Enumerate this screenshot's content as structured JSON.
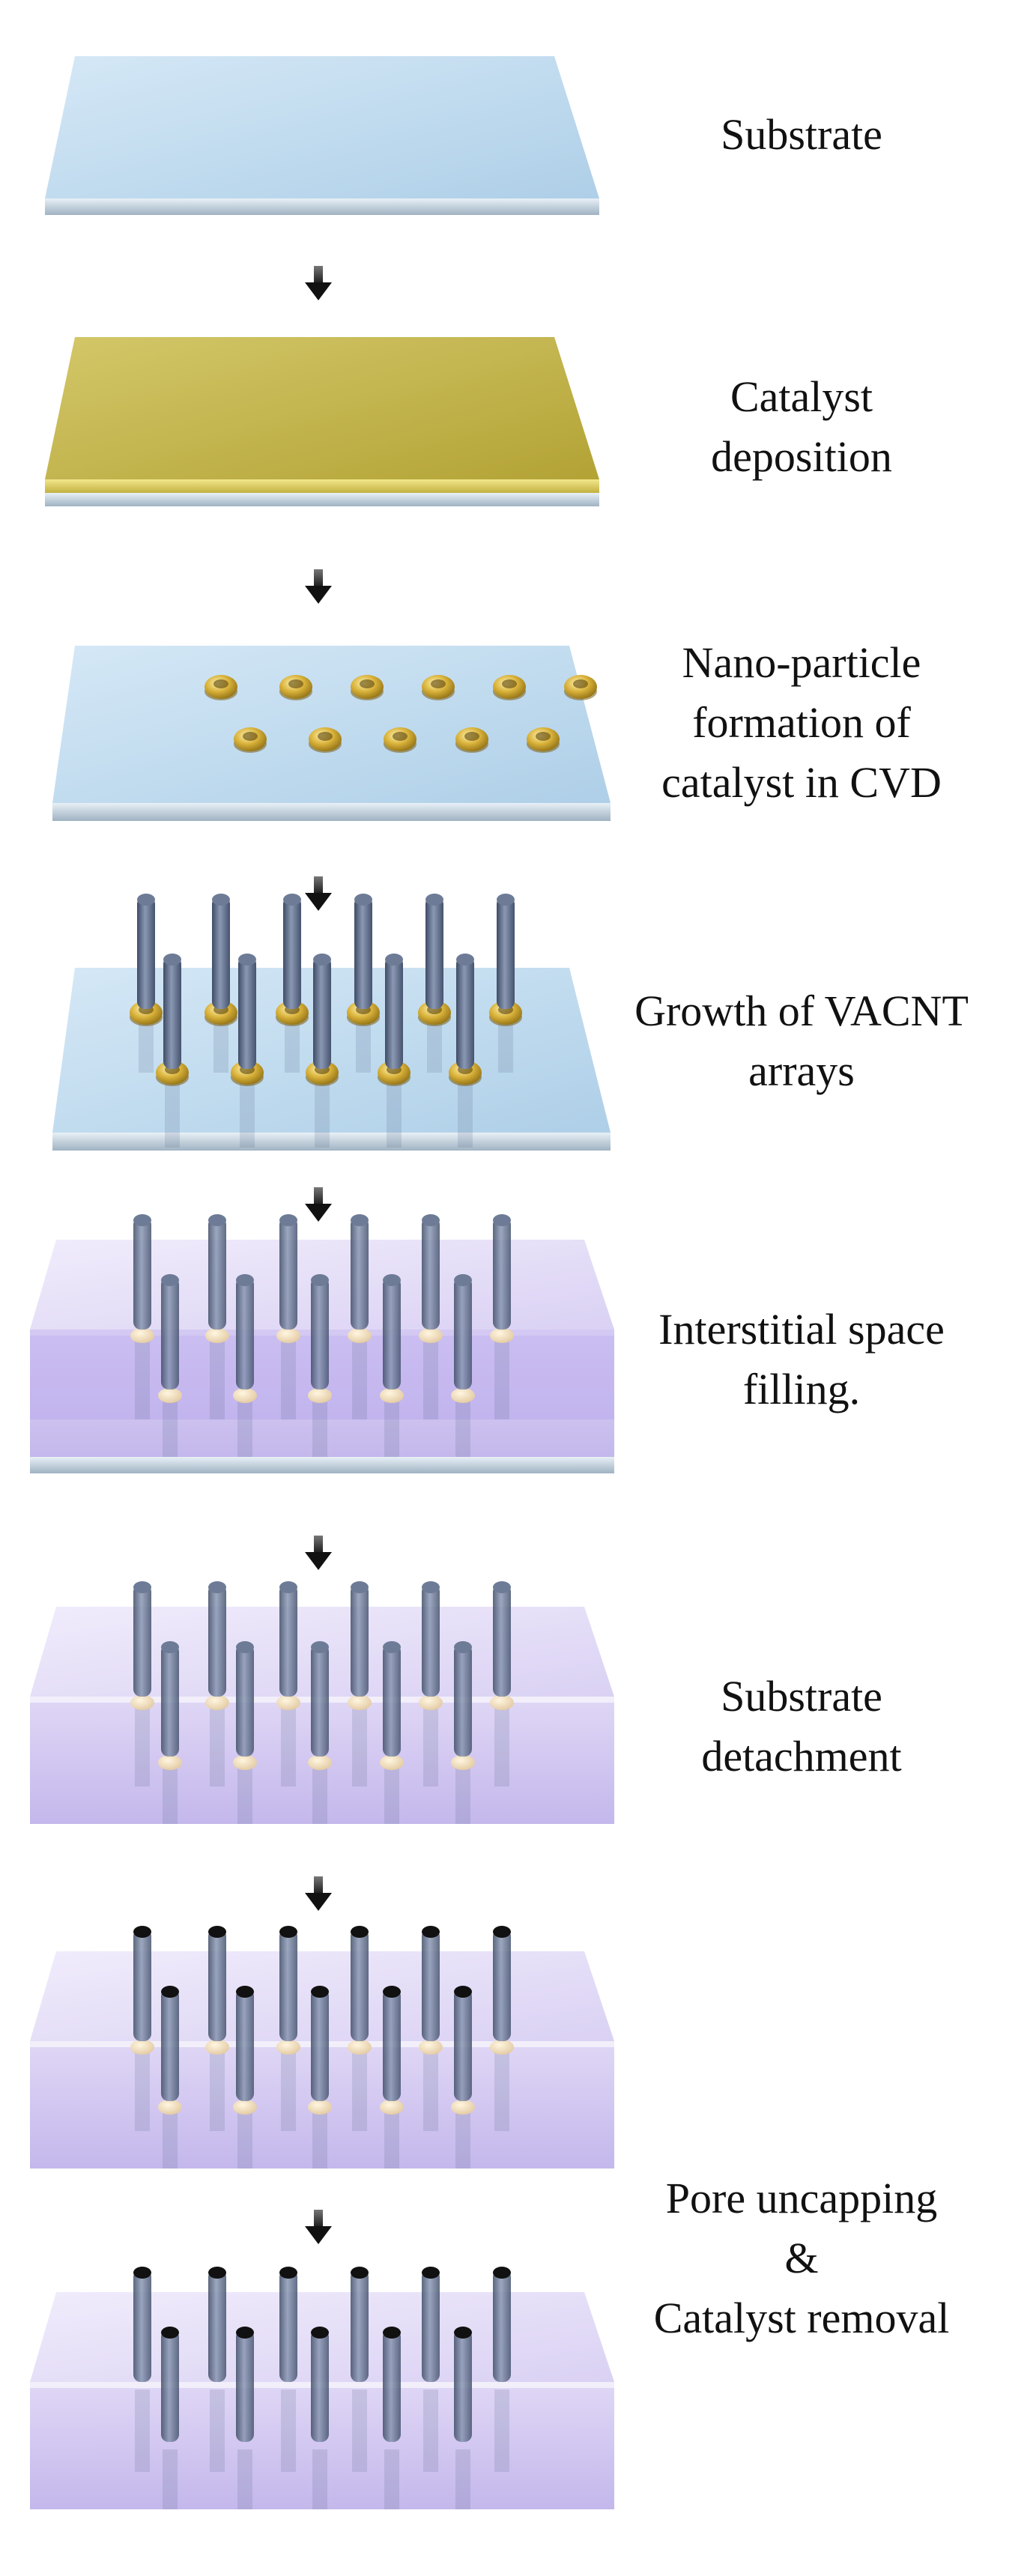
{
  "steps": [
    {
      "id": "substrate",
      "label_lines": [
        "Substrate"
      ]
    },
    {
      "id": "catalyst-deposition",
      "label_lines": [
        "Catalyst",
        "deposition"
      ]
    },
    {
      "id": "nanoparticle-formation",
      "label_lines": [
        "Nano-particle",
        "formation of",
        "catalyst in CVD"
      ]
    },
    {
      "id": "vacnt-growth",
      "label_lines": [
        "Growth of VACNT",
        "arrays"
      ]
    },
    {
      "id": "interstitial-filling",
      "label_lines": [
        "Interstitial space",
        "filling."
      ]
    },
    {
      "id": "substrate-detachment",
      "label_lines": [
        "Substrate",
        "detachment"
      ]
    },
    {
      "id": "pore-uncapping",
      "label_lines": [
        "Pore uncapping",
        "&",
        "Catalyst removal"
      ]
    }
  ],
  "stages": [
    "substrate",
    "catalyst-film",
    "catalyst-nanoparticles",
    "cnt-array",
    "filled-with-substrate",
    "filled-detached",
    "uncapped-partial",
    "uncapped-final"
  ],
  "arrow_count": 7,
  "colors": {
    "substrate_top": "#c9e0f2",
    "substrate_side": "#b9cbd9",
    "catalyst": "#c8b84a",
    "catalyst_side": "#e0d070",
    "matrix_front": "#cdc2ef",
    "matrix_top": "#e4dcf7",
    "nanotube": "#5a6b8c",
    "particle": "#c9a230",
    "arrow": "#222222"
  }
}
